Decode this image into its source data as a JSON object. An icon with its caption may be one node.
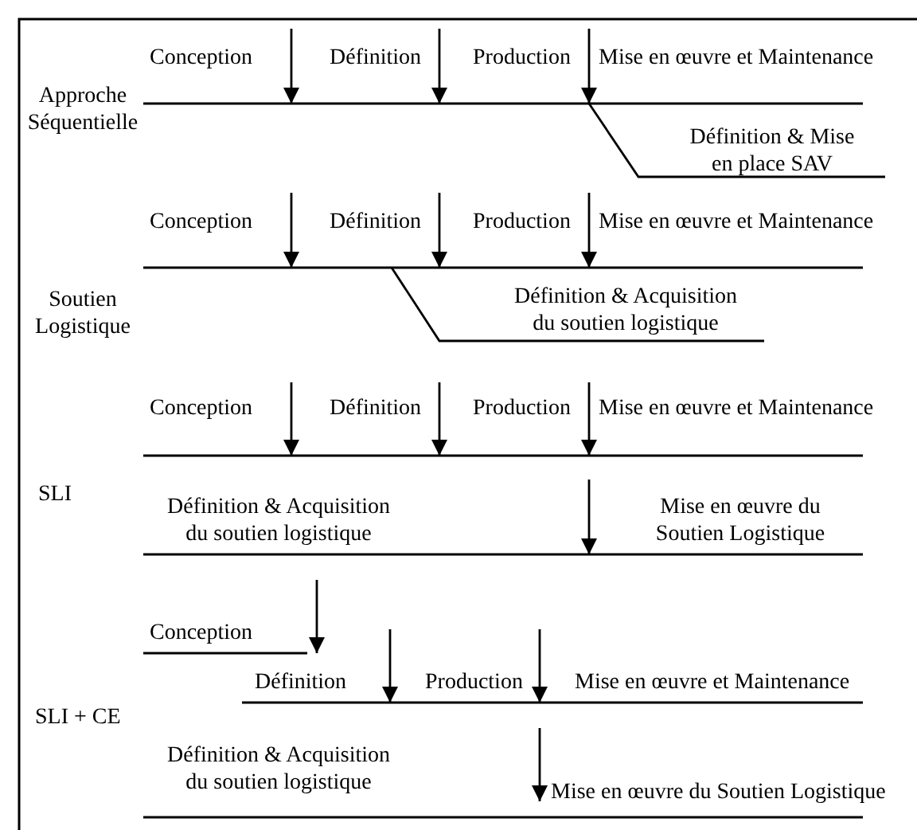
{
  "diagram": {
    "labels": [
      "Conception",
      "Définition",
      "Production",
      "Mise en œuvre et Maintenance",
      "Approche Séquentielle",
      "Définition & Mise en place SAV",
      "Conception",
      "Définition",
      "Production",
      "Mise en œuvre et Maintenance",
      "Soutien Logistique",
      "Définition & Acquisition du soutien logistique",
      "Conception",
      "Définition",
      "Production",
      "Mise en œuvre et Maintenance",
      "SLI",
      "Définition & Acquisition du soutien logistique",
      "Mise en œuvre du Soutien Logistique",
      "Conception",
      "Définition",
      "Production",
      "Mise en œuvre et Maintenance",
      "SLI + CE",
      "Définition & Acquisition du soutien logistique",
      "Mise en œuvre du Soutien Logistique"
    ]
  }
}
